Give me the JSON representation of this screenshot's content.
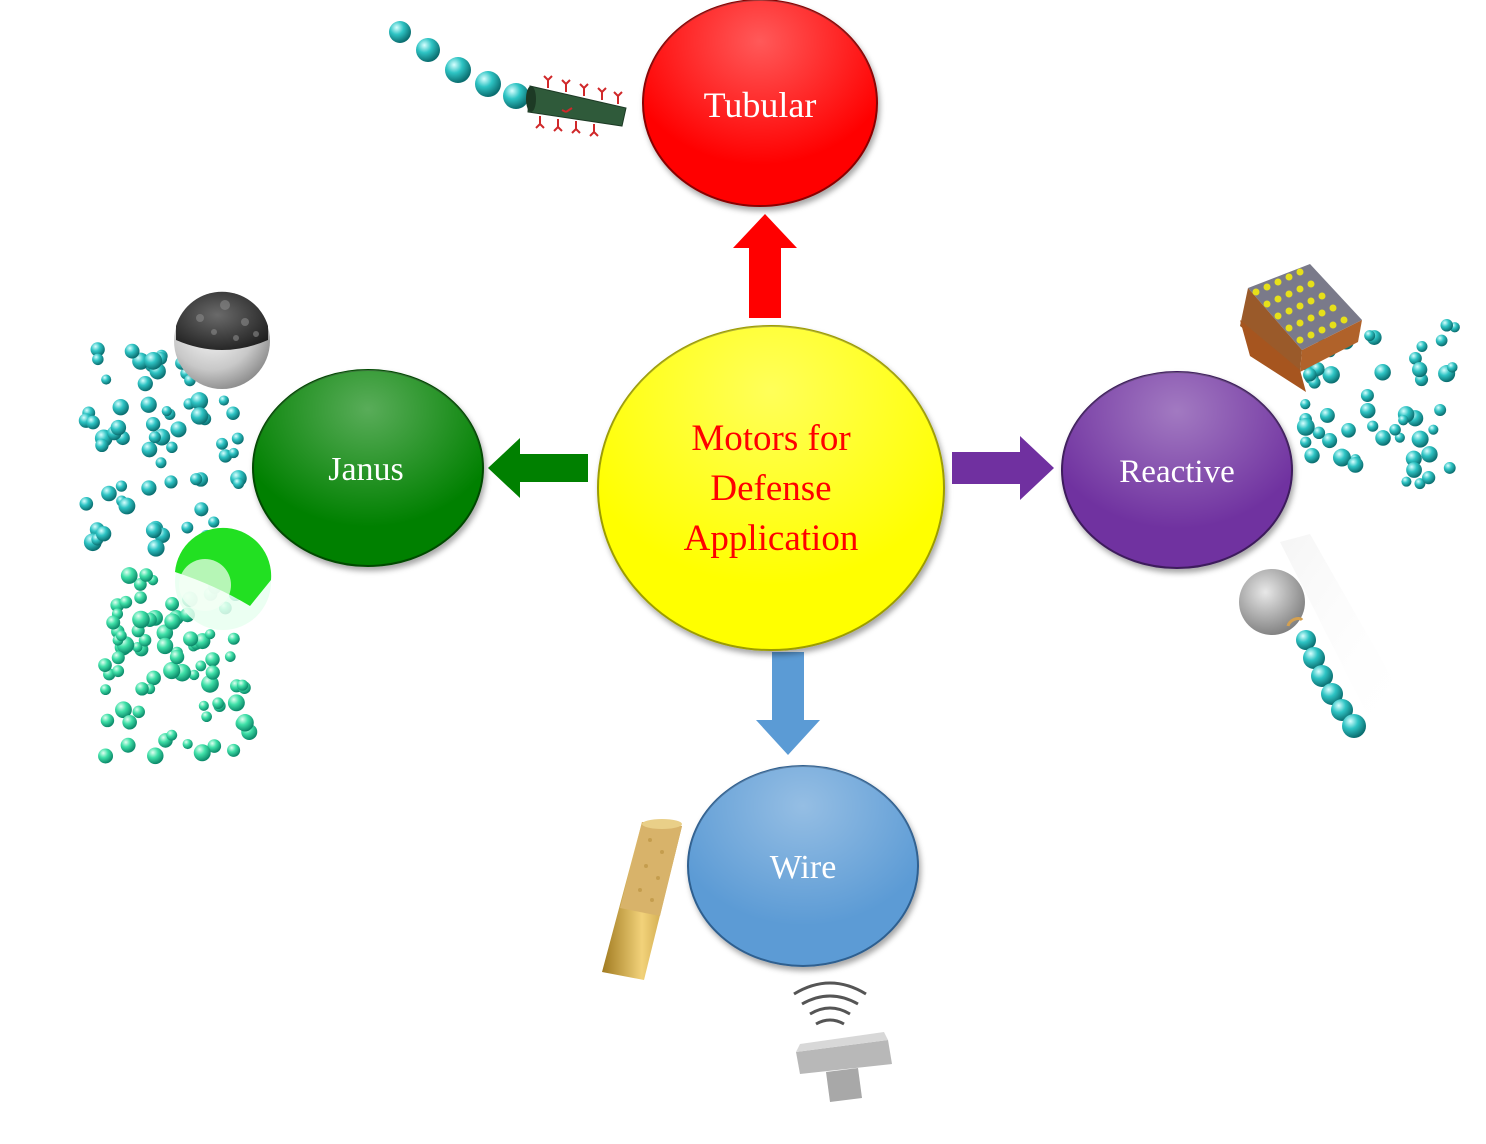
{
  "center": {
    "lines": [
      "Motors for",
      "Defense",
      "Application"
    ],
    "fill": "#FFFF00",
    "text_color": "#FF0000"
  },
  "nodes": {
    "tubular": {
      "label": "Tubular",
      "fill": "#FF0000",
      "text_color": "#FFFFFF"
    },
    "janus": {
      "label": "Janus",
      "fill": "#008000",
      "text_color": "#FFFFFF"
    },
    "reactive": {
      "label": "Reactive",
      "fill": "#7030A0",
      "text_color": "#FFFFFF"
    },
    "wire": {
      "label": "Wire",
      "fill": "#5B9BD5",
      "text_color": "#FFFFFF"
    }
  },
  "bubble_color": "#2EB8B8",
  "illustrations": [
    "tubular-motor-icon",
    "janus-sphere-icon",
    "green-janus-sphere-icon",
    "porous-cube-motor-icon",
    "grey-sphere-motor-icon",
    "gold-wire-icon",
    "acoustic-screw-icon"
  ]
}
